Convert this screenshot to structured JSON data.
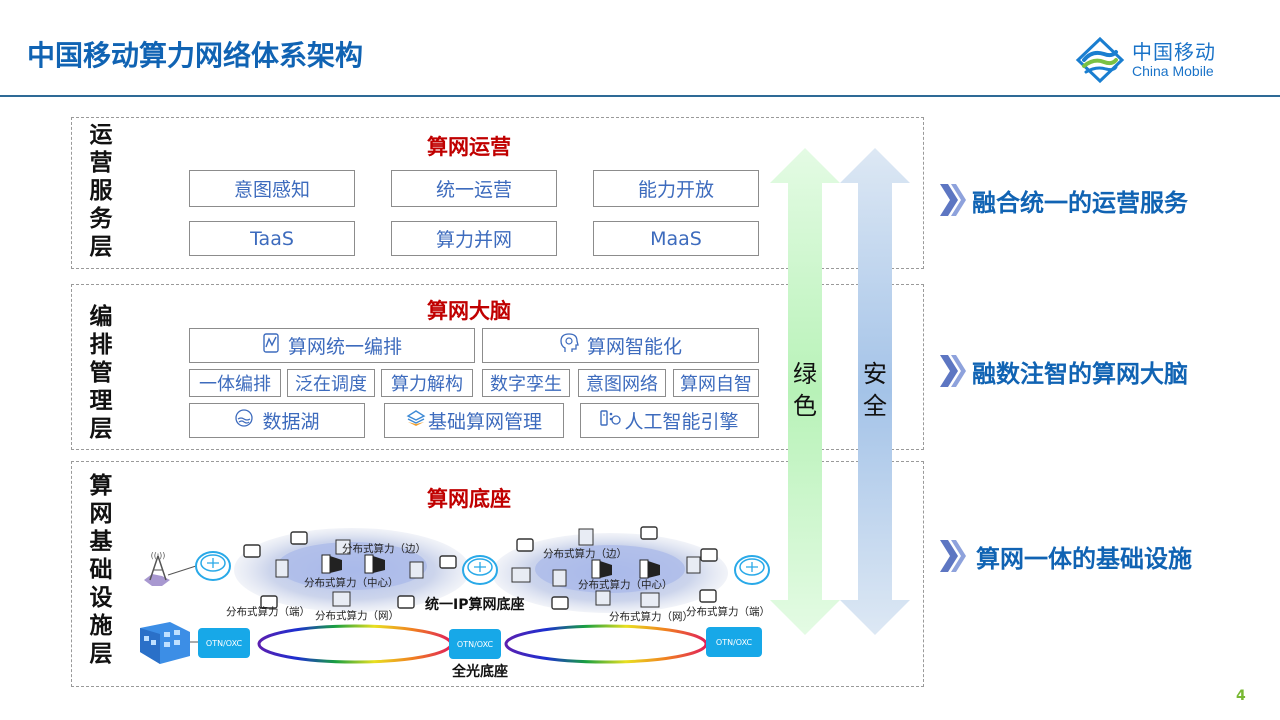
{
  "header": {
    "title": "中国移动算力网络体系架构",
    "logo_cn": "中国移动",
    "logo_en": "China Mobile"
  },
  "layers": {
    "ops": {
      "label": "运营服务层",
      "heading": "算网运营",
      "boxes": [
        "意图感知",
        "统一运营",
        "能力开放",
        "TaaS",
        "算力并网",
        "MaaS"
      ]
    },
    "orch": {
      "label": "编排管理层",
      "heading": "算网大脑",
      "top": [
        {
          "label": "算网统一编排",
          "icon": "chart-doc-icon"
        },
        {
          "label": "算网智能化",
          "icon": "ai-head-icon"
        }
      ],
      "middle": [
        "一体编排",
        "泛在调度",
        "算力解构",
        "数字孪生",
        "意图网络",
        "算网自智"
      ],
      "bottom": [
        {
          "label": "数据湖",
          "icon": "data-lake-icon"
        },
        {
          "label": "基础算网管理",
          "icon": "layers-icon"
        },
        {
          "label": "人工智能引擎",
          "icon": "ai-engine-icon"
        }
      ]
    },
    "infra": {
      "label": "算网基础设施层",
      "heading": "算网底座",
      "labels": {
        "edge": "分布式算力（边）",
        "center": "分布式算力（中心）",
        "terminal": "分布式算力（端）",
        "network": "分布式算力（网）"
      },
      "ip_base": "统一IP算网底座",
      "optical_base": "全光底座",
      "otn": "OTN/OXC"
    }
  },
  "side_arrows": {
    "green": "绿色",
    "security": "安全",
    "colors": {
      "green": "#c9f5c9",
      "blue": "#a9c8ea"
    }
  },
  "features": [
    "融合统一的运营服务",
    "融数注智的算网大脑",
    "算网一体的基础设施"
  ],
  "page_number": "4",
  "colors": {
    "title": "#1063b3",
    "heading_red": "#c00000",
    "box_text": "#3d6bbd",
    "page_number": "#78b833"
  }
}
